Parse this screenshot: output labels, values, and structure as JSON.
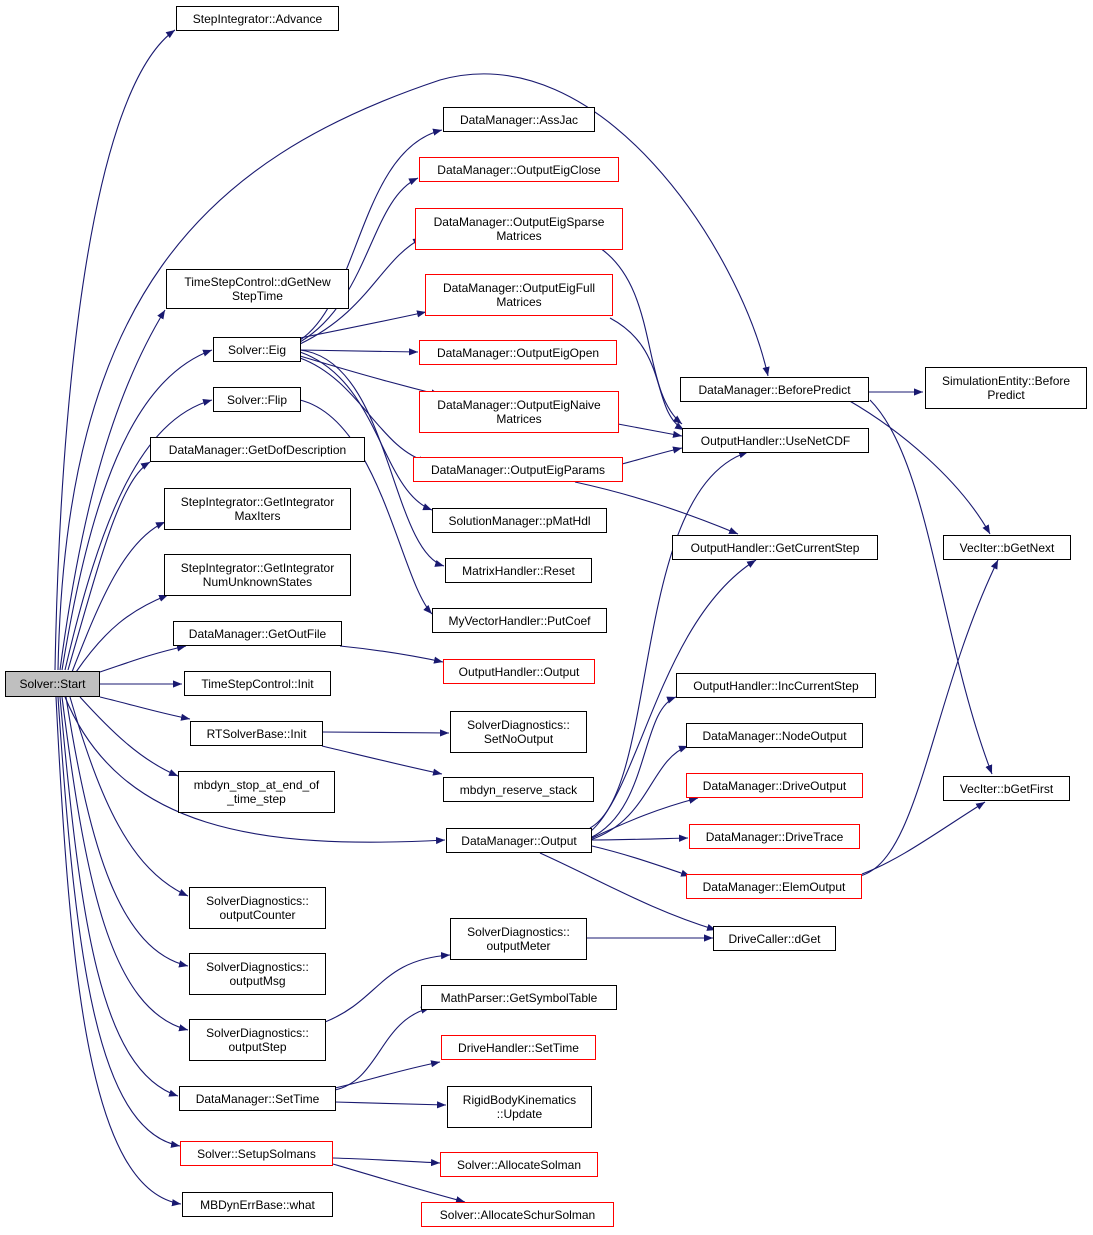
{
  "colors": {
    "edge": "#191970",
    "node_border": "#000000",
    "node_border_incomplete": "#ff0000",
    "root_fill": "#bfbfbf"
  },
  "nodes": {
    "solver_start": "Solver::Start",
    "advance": "StepIntegrator::Advance",
    "dgetnew": "TimeStepControl::dGetNew\nStepTime",
    "eig": "Solver::Eig",
    "flip": "Solver::Flip",
    "getdof": "DataManager::GetDofDescription",
    "getmaxiters": "StepIntegrator::GetIntegrator\nMaxIters",
    "getnumunk": "StepIntegrator::GetIntegrator\nNumUnknownStates",
    "getoutfile": "DataManager::GetOutFile",
    "tsc_init": "TimeStepControl::Init",
    "rts_init": "RTSolverBase::Init",
    "stop_at_end": "mbdyn_stop_at_end_of\n_time_step",
    "dm_output": "DataManager::Output",
    "outcounter": "SolverDiagnostics::\noutputCounter",
    "outmsg": "SolverDiagnostics::\noutputMsg",
    "outstep": "SolverDiagnostics::\noutputStep",
    "settime": "DataManager::SetTime",
    "setupsolmans": "Solver::SetupSolmans",
    "what": "MBDynErrBase::what",
    "assjac": "DataManager::AssJac",
    "eigclose": "DataManager::OutputEigClose",
    "eigsparse": "DataManager::OutputEigSparse\nMatrices",
    "eigfull": "DataManager::OutputEigFull\nMatrices",
    "eigopen": "DataManager::OutputEigOpen",
    "eignaive": "DataManager::OutputEigNaive\nMatrices",
    "eigparams": "DataManager::OutputEigParams",
    "pmathdl": "SolutionManager::pMatHdl",
    "mh_reset": "MatrixHandler::Reset",
    "putcoef": "MyVectorHandler::PutCoef",
    "oh_output": "OutputHandler::Output",
    "setnooutput": "SolverDiagnostics::\nSetNoOutput",
    "reserve_stack": "mbdyn_reserve_stack",
    "outmeter": "SolverDiagnostics::\noutputMeter",
    "getsymtable": "MathParser::GetSymbolTable",
    "dh_settime": "DriveHandler::SetTime",
    "rbk_update": "RigidBodyKinematics\n::Update",
    "allocsolman": "Solver::AllocateSolman",
    "allocschur": "Solver::AllocateSchurSolman",
    "beforepredict": "DataManager::BeforePredict",
    "usenetcdf": "OutputHandler::UseNetCDF",
    "getcurstep": "OutputHandler::GetCurrentStep",
    "inccurstep": "OutputHandler::IncCurrentStep",
    "nodeoutput": "DataManager::NodeOutput",
    "driveoutput": "DataManager::DriveOutput",
    "drivetrace": "DataManager::DriveTrace",
    "elemoutput": "DataManager::ElemOutput",
    "dget": "DriveCaller::dGet",
    "se_beforepredict": "SimulationEntity::Before\nPredict",
    "bgetnext": "VecIter::bGetNext",
    "bgetfirst": "VecIter::bGetFirst"
  }
}
